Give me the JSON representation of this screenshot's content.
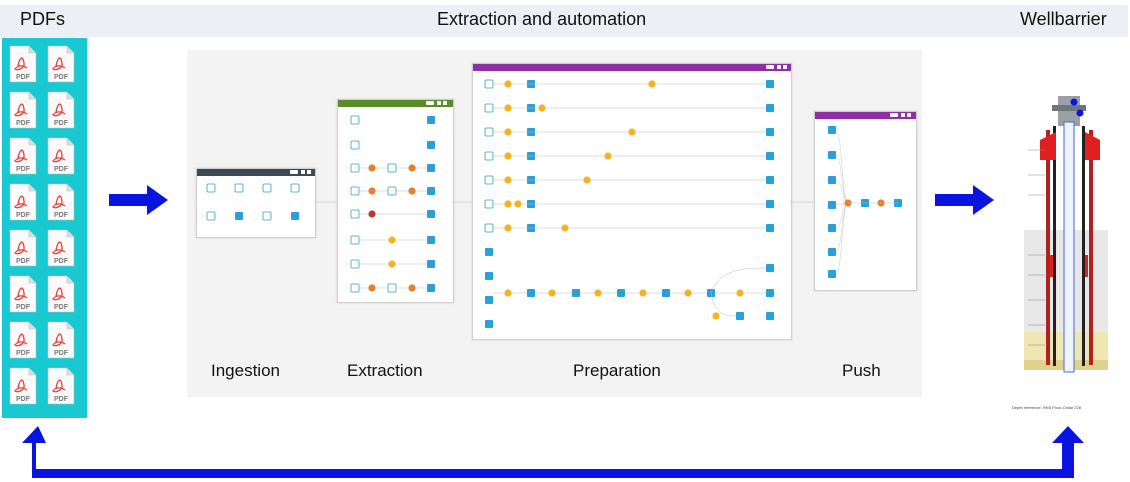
{
  "header": {
    "left_title": "PDFs",
    "center_title": "Extraction and automation",
    "right_title": "Wellbarrier"
  },
  "source": {
    "icon_label": "PDF",
    "icon_count": 16
  },
  "stages": {
    "ingestion": "Ingestion",
    "extraction": "Extraction",
    "preparation": "Preparation",
    "push": "Push"
  },
  "panels": {
    "ingestion_title": "Ingestion",
    "extraction_title": "Extraction",
    "preparation_title": "Preparation",
    "push_title": "Push_to_Well_Barrier"
  },
  "well": {
    "depth_reference": "Depth reference: RKB Floor-Cellar 228"
  },
  "colors": {
    "accent_blue": "#0a14e0",
    "pdf_red": "#e0413a",
    "cyan_box": "#19c9d2",
    "ingestion_header": "#3e4a52",
    "extraction_header": "#5a8c2a",
    "preparation_header": "#8e2fa6",
    "push_header": "#8e2fa6",
    "dataset_blue": "#2a9fd8",
    "recipe_yellow": "#f5b324",
    "recipe_orange": "#e8802a"
  }
}
